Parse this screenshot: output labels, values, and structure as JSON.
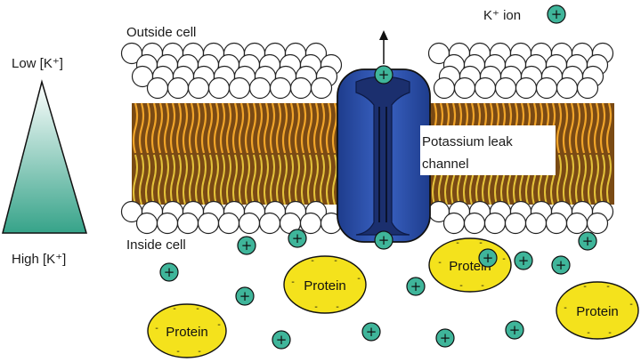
{
  "labels": {
    "outside_cell": "Outside cell",
    "inside_cell": "Inside cell",
    "low_k": "Low [K⁺]",
    "high_k": "High [K⁺]",
    "k_ion": "K⁺ ion",
    "channel_line1": "Potassium leak",
    "channel_line2": "channel"
  },
  "ion_symbol": "+",
  "protein_label": "Protein",
  "protein_charge": "-",
  "colors": {
    "ion_fill": "#3fb59a",
    "protein_fill": "#f4e21c",
    "channel_fill": "#2b4fa8",
    "lipid_head": "#ffffff",
    "lipid_tail": "#d88a1c",
    "gradient_top": "#ffffff",
    "gradient_bottom": "#3aa58d"
  },
  "icons": {
    "ion": "plus-circle-icon",
    "arrow": "arrow-up-icon"
  }
}
